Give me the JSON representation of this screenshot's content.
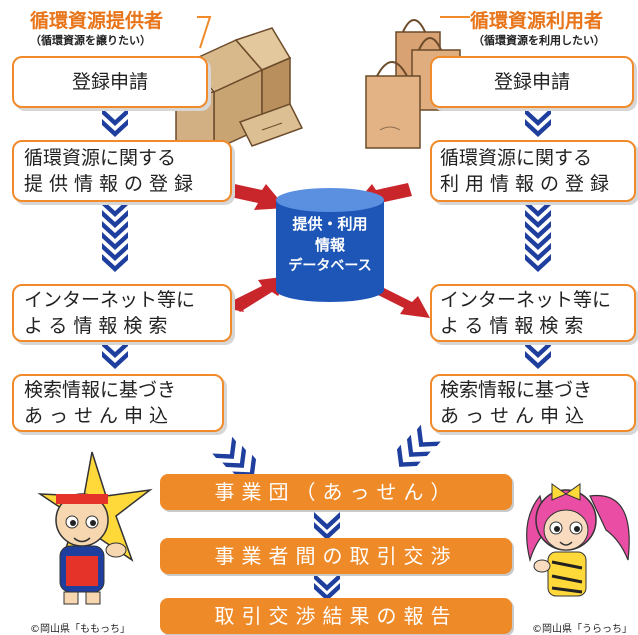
{
  "provider": {
    "title": "循環資源提供者",
    "subtitle": "（循環資源を譲りたい）",
    "steps": {
      "register": "登録申請",
      "info_line1": "循環資源に関する",
      "info_line2": "提供情報の登録",
      "search_line1": "インターネット等に",
      "search_line2": "よる情報検索",
      "apply_line1": "検索情報に基づき",
      "apply_line2": "あっせん申込"
    }
  },
  "user": {
    "title": "循環資源利用者",
    "subtitle": "（循環資源を利用したい）",
    "steps": {
      "register": "登録申請",
      "info_line1": "循環資源に関する",
      "info_line2": "利用情報の登録",
      "search_line1": "インターネット等に",
      "search_line2": "よる情報検索",
      "apply_line1": "検索情報に基づき",
      "apply_line2": "あっせん申込"
    }
  },
  "database": {
    "line1": "提供・利用",
    "line2": "情報",
    "line3": "データベース"
  },
  "center_steps": {
    "step1": "事業団（あっせん）",
    "step2": "事業者間の取引交渉",
    "step3": "取引交渉結果の報告"
  },
  "mascots": {
    "left_credit": "©岡山県「ももっち」",
    "right_credit": "©岡山県「うらっち」"
  },
  "colors": {
    "accent": "#ef8a28",
    "chevron": "#1f3f9f",
    "db": "#1e56b8",
    "arrow": "#c9262c"
  }
}
